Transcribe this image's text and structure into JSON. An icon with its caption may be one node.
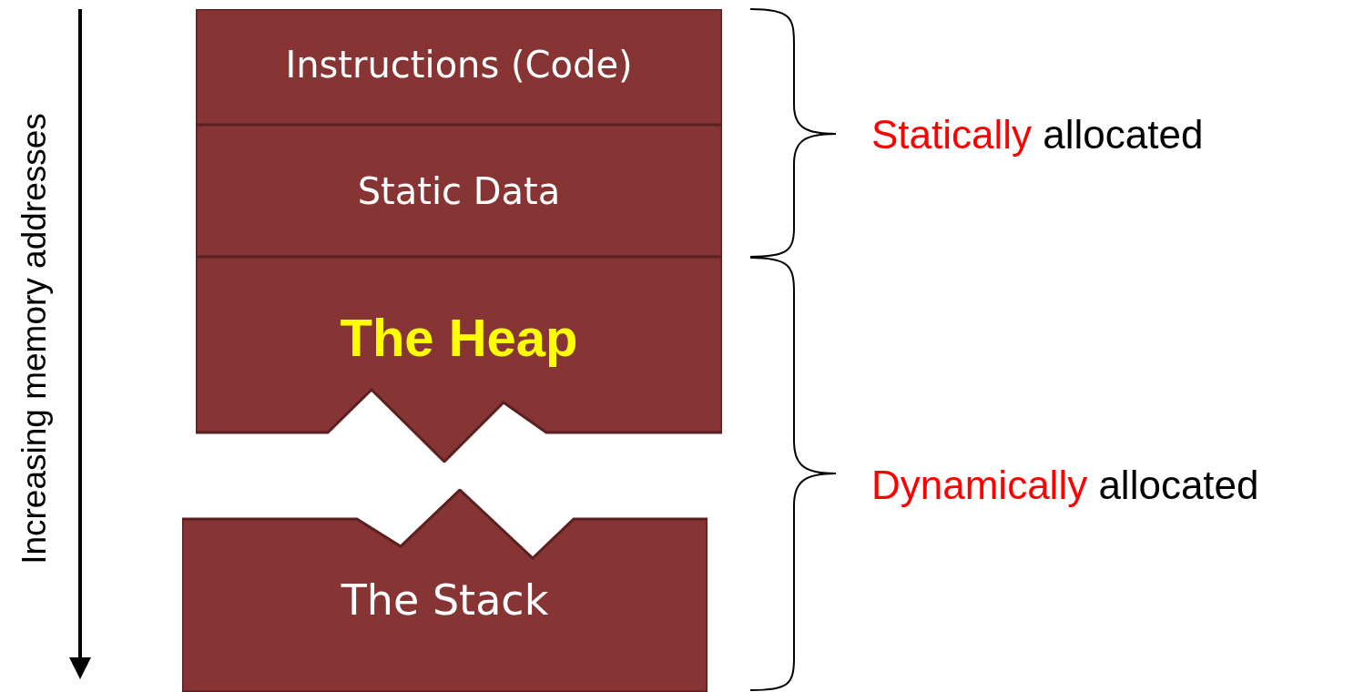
{
  "diagram": {
    "nodes": [
      {
        "text": [
          "Instructions (Code)"
        ]
      },
      {
        "text": [
          "Static Data"
        ]
      },
      {
        "text": [
          "The Heap"
        ]
      },
      {
        "text": [
          "The Stack"
        ]
      }
    ],
    "labels": [
      "Increasing memory addresses",
      "Statically allocated",
      "Dynamically allocated"
    ]
  }
}
